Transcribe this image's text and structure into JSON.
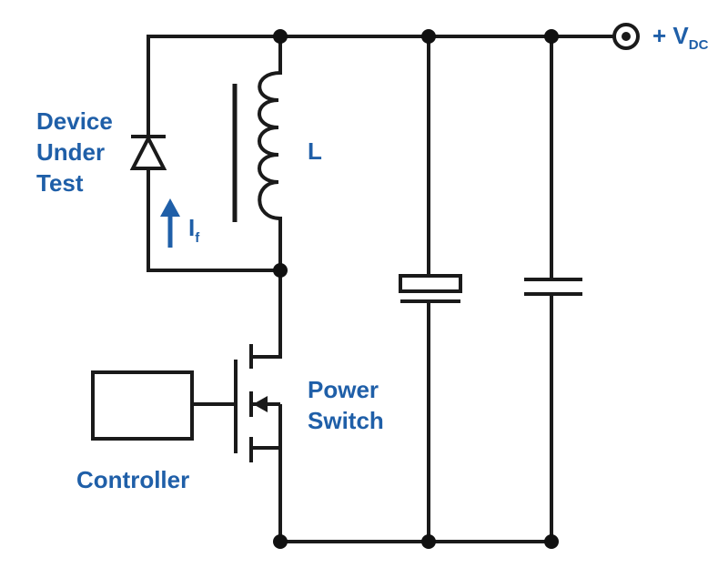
{
  "labels": {
    "dut_line1": "Device",
    "dut_line2": "Under",
    "dut_line3": "Test",
    "current_main": "I",
    "current_sub": "f",
    "inductor": "L",
    "switch_line1": "Power",
    "switch_line2": "Switch",
    "controller": "Controller",
    "supply_prefix": "+ V",
    "supply_sub": "DC"
  },
  "colors": {
    "label_blue": "#1f5fa8",
    "wire": "#1a1a1a"
  },
  "icons": {
    "terminal": "supply-terminal-icon",
    "diode": "diode-icon",
    "inductor": "inductor-coil-icon",
    "mosfet": "mosfet-icon",
    "polarized_capacitor": "polarized-capacitor-icon",
    "capacitor": "capacitor-icon",
    "arrow": "arrow-up-icon"
  }
}
